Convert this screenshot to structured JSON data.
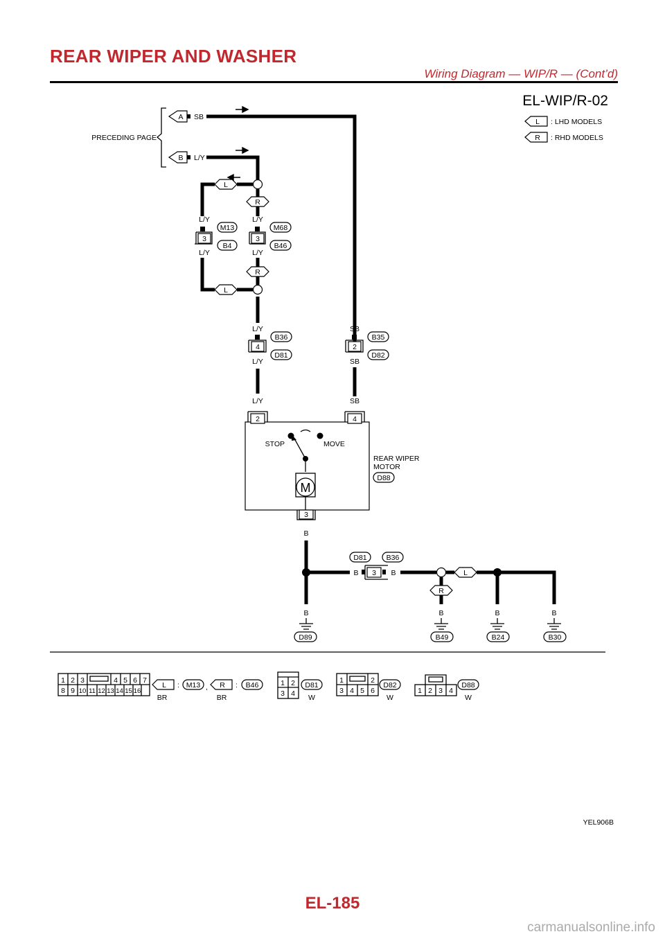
{
  "header": {
    "title": "REAR WIPER AND WASHER",
    "subtitle": "Wiring Diagram — WIP/R — (Cont’d)"
  },
  "diagram": {
    "code": "EL-WIP/R-02",
    "legend": [
      {
        "badge": "L",
        "text": ": LHD MODELS"
      },
      {
        "badge": "R",
        "text": ": RHD MODELS"
      }
    ],
    "preceding_page": {
      "label": "PRECEDING PAGE",
      "terminals": [
        {
          "id": "A",
          "wire": "SB"
        },
        {
          "id": "B",
          "wire": "L/Y"
        }
      ]
    },
    "badges": {
      "lhd": "L",
      "rhd": "R"
    },
    "connectors": {
      "lhd_joint": {
        "pin": "3",
        "conn_top": "M13",
        "conn_bottom": "B4",
        "wire_top": "L/Y",
        "wire_bottom": "L/Y"
      },
      "rhd_joint": {
        "pin": "3",
        "conn_top": "M68",
        "conn_bottom": "B46",
        "wire_top": "L/Y",
        "wire_bottom": "L/Y"
      },
      "ly_joint": {
        "pin": "4",
        "conn_top": "B36",
        "conn_bottom": "D81",
        "wire_top": "L/Y",
        "wire_bottom": "L/Y"
      },
      "sb_joint": {
        "pin": "2",
        "conn_top": "B35",
        "conn_bottom": "D82",
        "wire_top": "SB",
        "wire_bottom": "SB"
      },
      "ground_joint": {
        "pin": "3",
        "conn_left": "D81",
        "conn_right": "B36",
        "wire_left": "B",
        "wire_right": "B"
      }
    },
    "motor": {
      "name_line1": "REAR WIPER",
      "name_line2": "MOTOR",
      "connector": "D88",
      "pin_left": "2",
      "pin_right": "4",
      "pin_bottom": "3",
      "wire_left": "L/Y",
      "wire_right": "SB",
      "wire_bottom": "B",
      "stop_label": "STOP",
      "move_label": "MOVE",
      "symbol": "M"
    },
    "grounds": [
      {
        "wire": "B",
        "code": "D89"
      },
      {
        "wire": "B",
        "code": "B49"
      },
      {
        "wire": "B",
        "code": "B24"
      },
      {
        "wire": "B",
        "code": "B30"
      }
    ],
    "connector_views": {
      "c16": {
        "row1": [
          "1",
          "2",
          "3",
          "4",
          "5",
          "6",
          "7"
        ],
        "row2": [
          "8",
          "9",
          "10",
          "11",
          "12",
          "13",
          "14",
          "15",
          "16"
        ],
        "entries": [
          {
            "badge": "L",
            "code": "M13",
            "color": "BR"
          },
          {
            "badge": "R",
            "code": "B46",
            "color": "BR"
          }
        ],
        "sep1": ":",
        "sep2": ",",
        "sep3": ":"
      },
      "d81": {
        "pins": [
          "1",
          "2",
          "3",
          "4"
        ],
        "code": "D81",
        "color": "W"
      },
      "d82": {
        "pins": [
          "1",
          "2",
          "3",
          "4",
          "5",
          "6"
        ],
        "code": "D82",
        "color": "W"
      },
      "d88": {
        "pins": [
          "1",
          "2",
          "3",
          "4"
        ],
        "code": "D88",
        "color": "W"
      }
    },
    "figure_id": "YEL906B"
  },
  "page_number": "EL-185",
  "watermark": "carmanualsonline.info",
  "colors": {
    "header": "#c0282d",
    "line": "#000000"
  }
}
